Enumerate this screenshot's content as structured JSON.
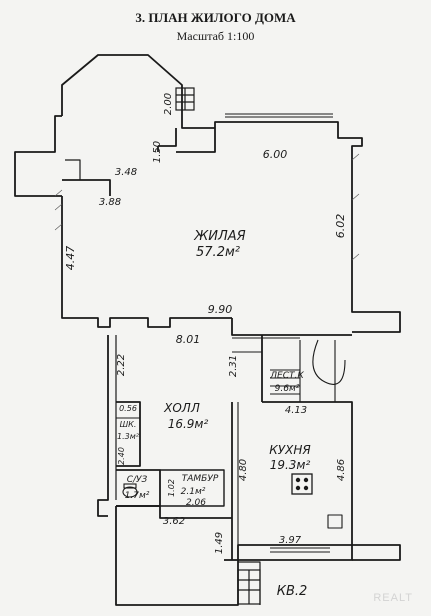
{
  "title": "3. ПЛАН ЖИЛОГО ДОМА",
  "scale": "Масштаб 1:100",
  "rooms": {
    "living": {
      "name": "ЖИЛАЯ",
      "area": "57.2м²"
    },
    "hall": {
      "name": "ХОЛЛ",
      "area": "16.9м²"
    },
    "kitchen": {
      "name": "КУХНЯ",
      "area": "19.3м²"
    },
    "stairs": {
      "name": "ЛЕСТ.К",
      "area": "9.6м²"
    },
    "bathroom": {
      "name": "С/УЗ",
      "area": "1.7м²"
    },
    "vestibule": {
      "name": "ТАМБУР",
      "area": "2.1м²"
    },
    "closet": {
      "name": "ШК.",
      "area": "1.3м²"
    }
  },
  "dimensions": {
    "d_200": "2.00",
    "d_150": "1.50",
    "d_600": "6.00",
    "d_348": "3.48",
    "d_388": "3.88",
    "d_602": "6.02",
    "d_447": "4.47",
    "d_990": "9.90",
    "d_801": "8.01",
    "d_222": "2.22",
    "d_231": "2.31",
    "d_413": "4.13",
    "d_056": "0.56",
    "d_240": "2.40",
    "d_480": "4.80",
    "d_486": "4.86",
    "d_102": "1.02",
    "d_206": "2.06",
    "d_362": "3.62",
    "d_149": "1.49",
    "d_397": "3.97"
  },
  "apartment": "КВ.2",
  "watermark": "REALT"
}
